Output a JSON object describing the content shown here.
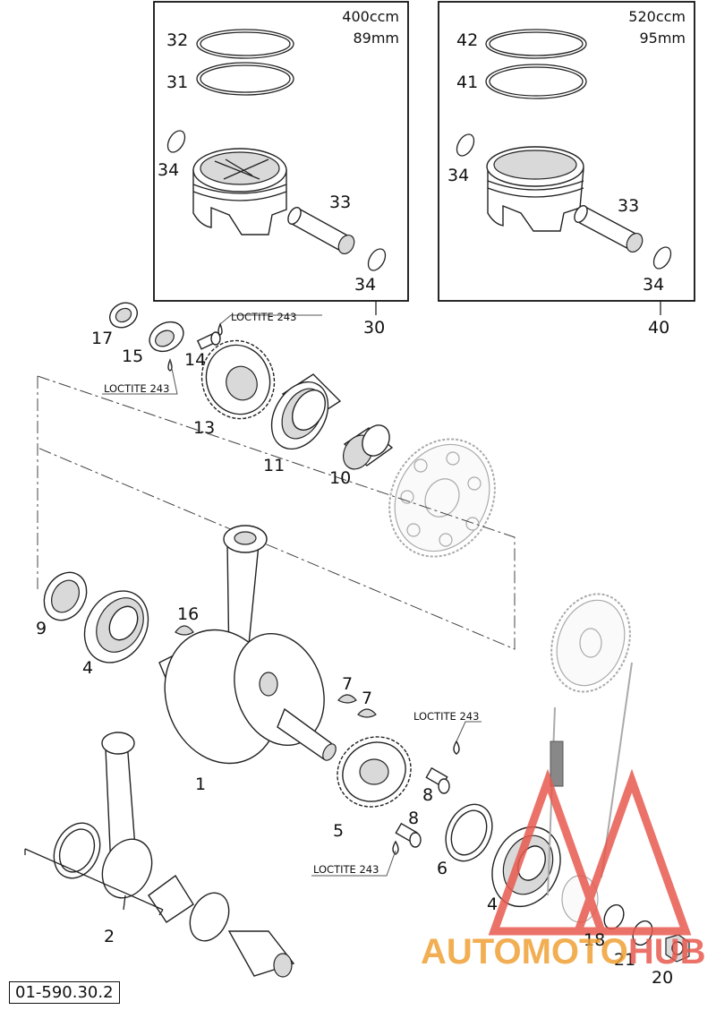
{
  "diagram": {
    "kit_400": {
      "capacity": "400ccm",
      "bore": "89mm",
      "kit_number": "30",
      "labels": [
        "32",
        "31",
        "34",
        "33",
        "34"
      ]
    },
    "kit_520": {
      "capacity": "520ccm",
      "bore": "95mm",
      "kit_number": "40",
      "labels": [
        "42",
        "41",
        "34",
        "33",
        "34"
      ]
    },
    "part_labels": {
      "p17": "17",
      "p15": "15",
      "p14": "14",
      "p13": "13",
      "p11": "11",
      "p10": "10",
      "p9": "9",
      "p4a": "4",
      "p16": "16",
      "p1": "1",
      "p7a": "7",
      "p7b": "7",
      "p8a": "8",
      "p8b": "8",
      "p5": "5",
      "p6": "6",
      "p4b": "4",
      "p2": "2",
      "p18": "18",
      "p21": "21",
      "p20": "20"
    },
    "loctite": [
      "LOCTITE 243",
      "LOCTITE 243",
      "LOCTITE 243",
      "LOCTITE 243"
    ],
    "document_id": "01-590.30.2",
    "watermark": {
      "part1": "AUTOMOTO",
      "part2": "HUB",
      "color_red": "#e85a4f",
      "color_orange": "#f0a035"
    }
  }
}
